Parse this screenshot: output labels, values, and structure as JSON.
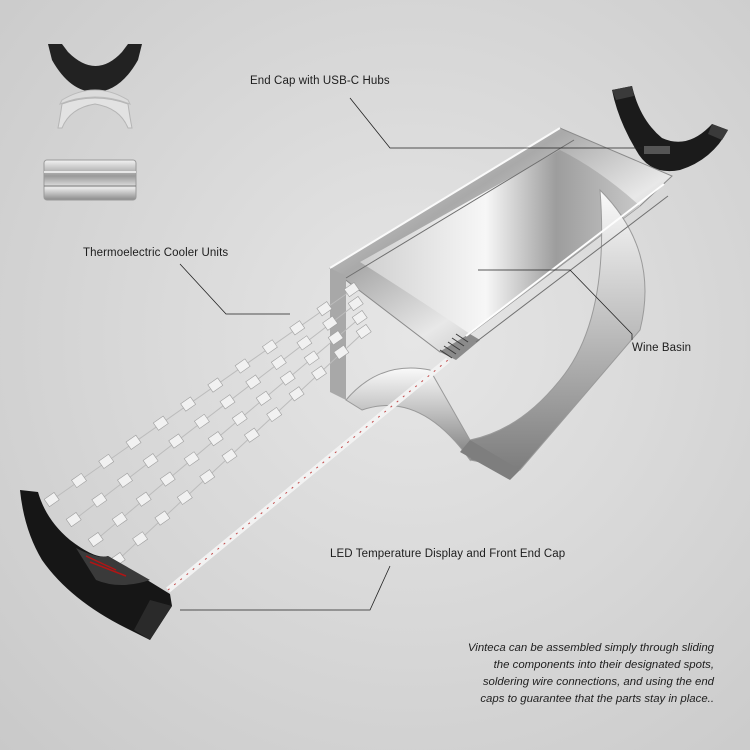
{
  "labels": {
    "end_cap": "End Cap with USB-C Hubs",
    "tec_units": "Thermoelectric Cooler Units",
    "wine_basin": "Wine Basin",
    "led_display": "LED Temperature Display and Front End Cap"
  },
  "caption": {
    "lines": [
      "Vinteca can be assembled simply through sliding",
      "the components into their designated spots,",
      "soldering wire connections, and using the end",
      "caps to guarantee that the parts stay in place.."
    ]
  },
  "colors": {
    "background": "#d6d6d6",
    "text": "#1d1d1d",
    "metal": "#b8b8b8",
    "end_cap": "#1a1a1a",
    "accent_red": "#b01515"
  }
}
